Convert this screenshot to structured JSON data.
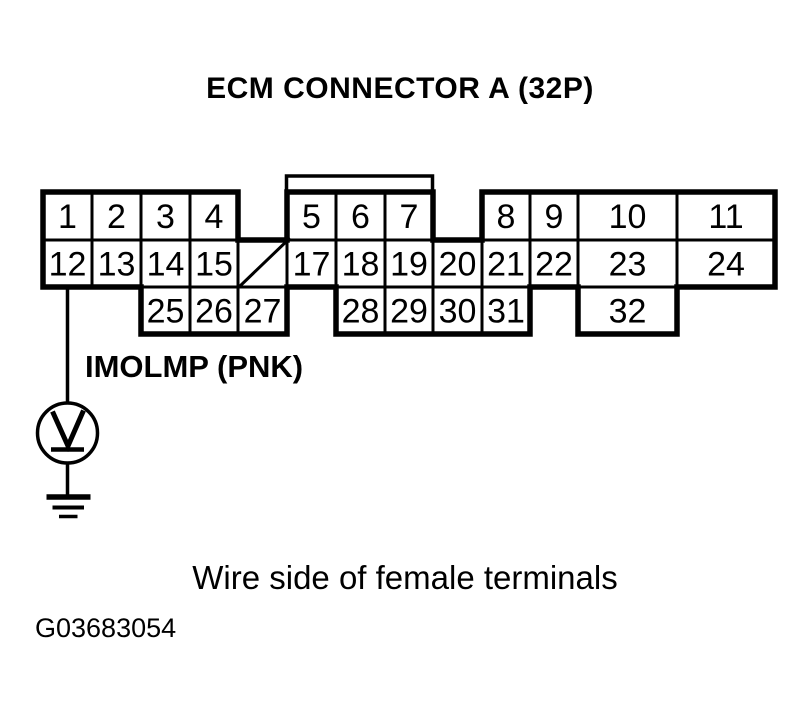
{
  "title": "ECM CONNECTOR A (32P)",
  "caption": "Wire side of female terminals",
  "figure_id": "G03683054",
  "colors": {
    "line": "#000000",
    "background": "#ffffff"
  },
  "connector": {
    "rows": 3,
    "pin_count": 32,
    "cells": [
      {
        "pin": "1",
        "col": 0,
        "row": 0
      },
      {
        "pin": "2",
        "col": 1,
        "row": 0
      },
      {
        "pin": "3",
        "col": 2,
        "row": 0
      },
      {
        "pin": "4",
        "col": 3,
        "row": 0
      },
      {
        "pin": "5",
        "col": 5,
        "row": 0
      },
      {
        "pin": "6",
        "col": 6,
        "row": 0
      },
      {
        "pin": "7",
        "col": 7,
        "row": 0
      },
      {
        "pin": "8",
        "col": 9,
        "row": 0
      },
      {
        "pin": "9",
        "col": 10,
        "row": 0
      },
      {
        "pin": "10",
        "col": 11,
        "row": 0
      },
      {
        "pin": "11",
        "col": 12,
        "row": 0
      },
      {
        "pin": "12",
        "col": 0,
        "row": 1
      },
      {
        "pin": "13",
        "col": 1,
        "row": 1
      },
      {
        "pin": "14",
        "col": 2,
        "row": 1
      },
      {
        "pin": "15",
        "col": 3,
        "row": 1
      },
      {
        "pin": "",
        "col": 4,
        "row": 1,
        "unused": true
      },
      {
        "pin": "17",
        "col": 5,
        "row": 1
      },
      {
        "pin": "18",
        "col": 6,
        "row": 1
      },
      {
        "pin": "19",
        "col": 7,
        "row": 1
      },
      {
        "pin": "20",
        "col": 8,
        "row": 1
      },
      {
        "pin": "21",
        "col": 9,
        "row": 1
      },
      {
        "pin": "22",
        "col": 10,
        "row": 1
      },
      {
        "pin": "23",
        "col": 11,
        "row": 1
      },
      {
        "pin": "24",
        "col": 12,
        "row": 1
      },
      {
        "pin": "25",
        "col": 2,
        "row": 2
      },
      {
        "pin": "26",
        "col": 3,
        "row": 2
      },
      {
        "pin": "27",
        "col": 4,
        "row": 2
      },
      {
        "pin": "28",
        "col": 6,
        "row": 2
      },
      {
        "pin": "29",
        "col": 7,
        "row": 2
      },
      {
        "pin": "30",
        "col": 8,
        "row": 2
      },
      {
        "pin": "31",
        "col": 9,
        "row": 2
      },
      {
        "pin": "32",
        "col": 11,
        "row": 2
      }
    ]
  },
  "wire": {
    "label": "IMOLMP (PNK)",
    "from_pin": "12",
    "device_icon": "voltmeter-icon",
    "ground_icon": "ground-icon"
  }
}
